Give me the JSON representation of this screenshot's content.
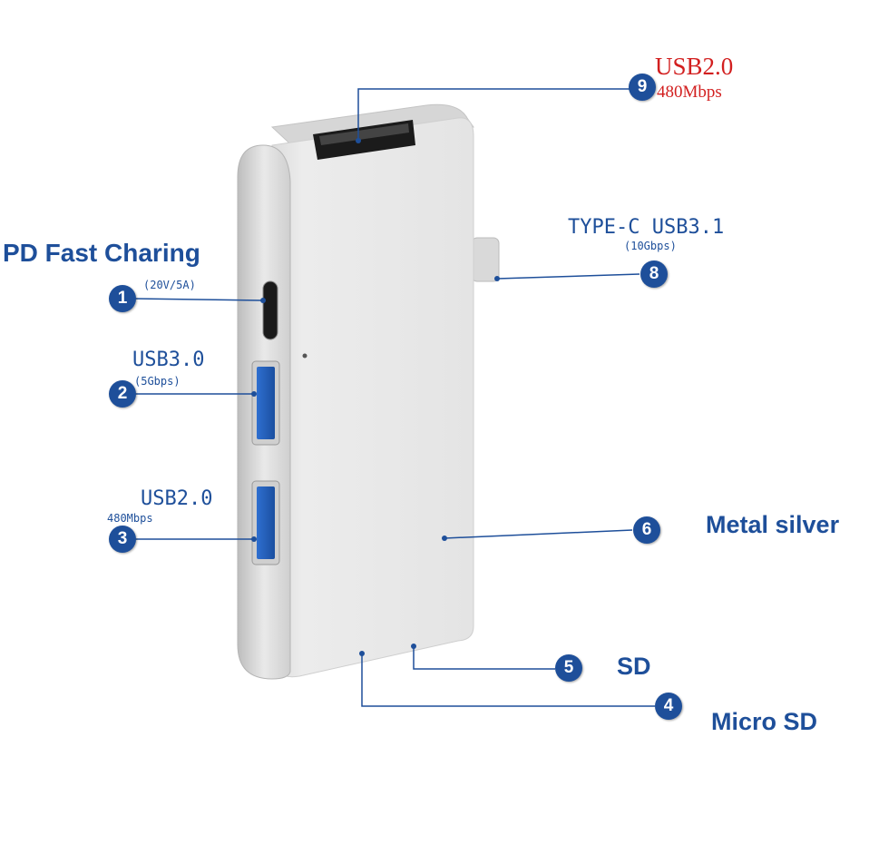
{
  "callouts": {
    "c1": {
      "number": "1",
      "title": "PD Fast Charing",
      "sub": "(20V/5A)"
    },
    "c2": {
      "number": "2",
      "title": "USB3.0",
      "sub": "(5Gbps)"
    },
    "c3": {
      "number": "3",
      "title": "USB2.0",
      "sub": "480Mbps"
    },
    "c4": {
      "number": "4",
      "title": "Micro SD"
    },
    "c5": {
      "number": "5",
      "title": "SD"
    },
    "c6": {
      "number": "6",
      "title": "Metal silver"
    },
    "c8": {
      "number": "8",
      "title": "TYPE-C USB3.1",
      "sub": "(10Gbps)"
    },
    "c9": {
      "number": "9",
      "title": "USB2.0",
      "sub": "480Mbps"
    }
  },
  "colors": {
    "label_blue": "#1e4f9a",
    "label_red": "#d21f1f",
    "device_silver": "#e8e8e8"
  }
}
